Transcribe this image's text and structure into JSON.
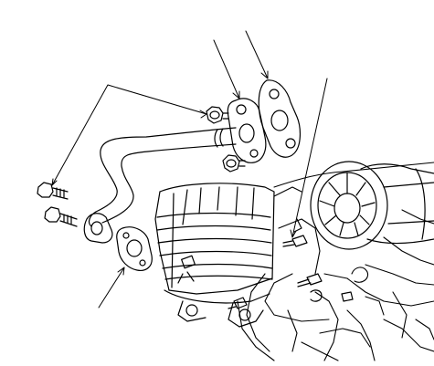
{
  "diagram": {
    "kind": "exploded-parts-illustration",
    "colors": {
      "line": "#000000",
      "background": "#ffffff"
    },
    "parts": [
      {
        "id": "egr-pipe"
      },
      {
        "id": "pipe-flange-upper"
      },
      {
        "id": "gasket-upper"
      },
      {
        "id": "flange-nut-upper"
      },
      {
        "id": "flange-nut-lower"
      },
      {
        "id": "pipe-flange-lower"
      },
      {
        "id": "gasket-lower"
      },
      {
        "id": "pipe-bolt-upper"
      },
      {
        "id": "pipe-bolt-lower"
      },
      {
        "id": "catalytic-converter-heat-shield"
      },
      {
        "id": "oil-filter"
      },
      {
        "id": "engine-block"
      }
    ],
    "callouts": [
      {
        "id": "callout-flange-nuts",
        "targets": [
          "flange-nut-upper",
          "pipe-bolt-upper"
        ]
      },
      {
        "id": "callout-pipe-flange",
        "targets": [
          "pipe-flange-upper"
        ]
      },
      {
        "id": "callout-gasket-upper",
        "targets": [
          "gasket-upper",
          "engine-studs"
        ]
      },
      {
        "id": "callout-gasket-lower",
        "targets": [
          "gasket-lower"
        ]
      }
    ]
  }
}
